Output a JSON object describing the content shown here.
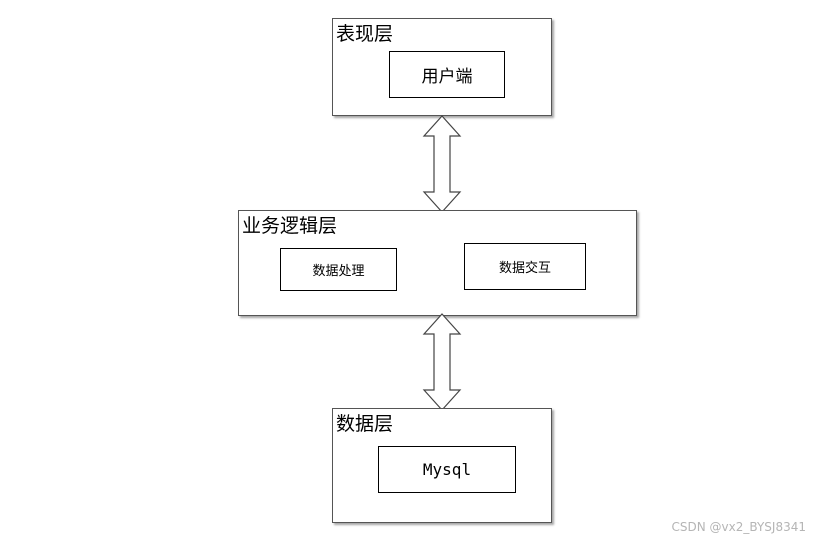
{
  "layers": {
    "presentation": {
      "title": "表现层",
      "components": [
        "用户端"
      ]
    },
    "business": {
      "title": "业务逻辑层",
      "components": [
        "数据处理",
        "数据交互"
      ]
    },
    "data": {
      "title": "数据层",
      "components": [
        "Mysql"
      ]
    }
  },
  "watermark": "CSDN @vx2_BYSJ8341"
}
